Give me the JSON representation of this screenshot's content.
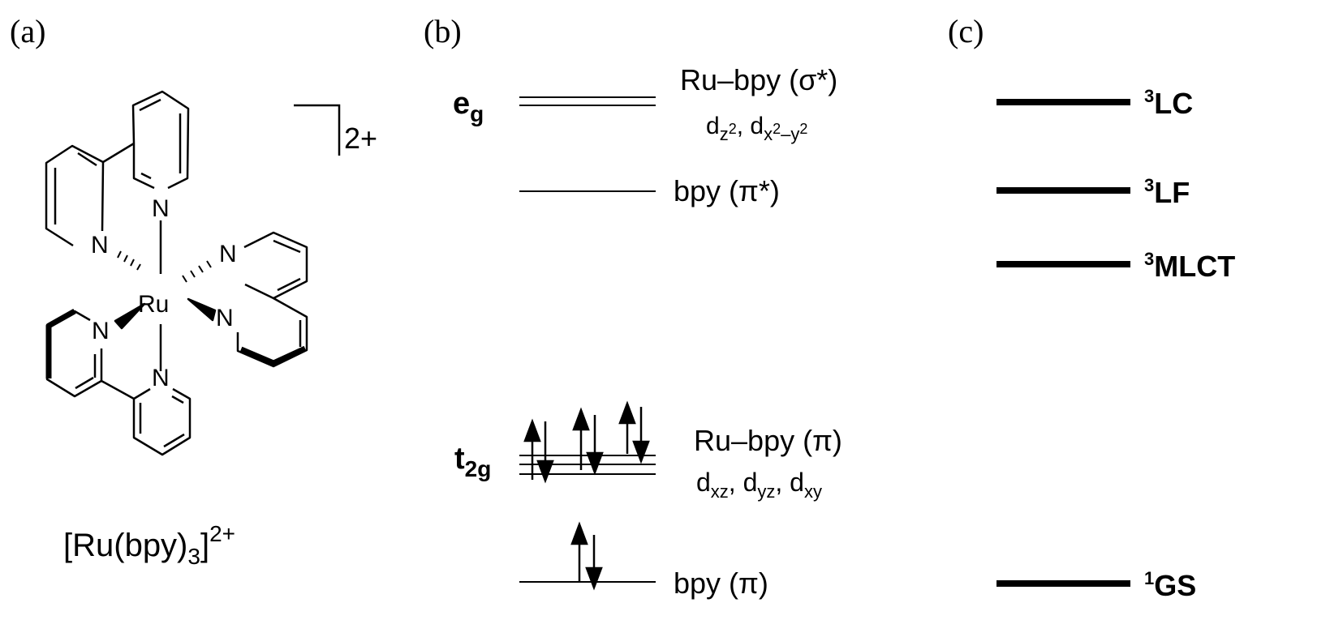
{
  "panel_a": {
    "label": "(a)",
    "ru": "Ru",
    "n": "N",
    "charge": "2+",
    "formula": {
      "open": "[Ru(bpy)",
      "sub": "3",
      "close": "]",
      "sup": "2+"
    }
  },
  "panel_b": {
    "label": "(b)",
    "eg": {
      "main": "e",
      "sub": "g"
    },
    "t2g": {
      "main": "t",
      "sub": "2g"
    },
    "levels": {
      "sigma_star": {
        "title": "Ru–bpy (σ*)",
        "sub": {
          "d1": "d",
          "d1_sub": "z",
          "d1_subsup": "2",
          "sep": ",  ",
          "d2": "d",
          "d2_sub_a": "x",
          "d2_sup_a": "2",
          "d2_sub_b": "–y",
          "d2_sup_b": "2"
        }
      },
      "pi_star": {
        "title": "bpy (π*)"
      },
      "ru_pi": {
        "title": "Ru–bpy (π)",
        "sub": {
          "d": "d",
          "s1": "xz",
          "c1": ",  ",
          "s2": "yz",
          "c2": ",  ",
          "s3": "xy"
        }
      },
      "bpy_pi": {
        "title": "bpy (π)"
      }
    }
  },
  "panel_c": {
    "label": "(c)",
    "states": [
      {
        "sup": "3",
        "name": "LC"
      },
      {
        "sup": "3",
        "name": "LF"
      },
      {
        "sup": "3",
        "name": "MLCT"
      },
      {
        "sup": "1",
        "name": "GS"
      }
    ]
  }
}
